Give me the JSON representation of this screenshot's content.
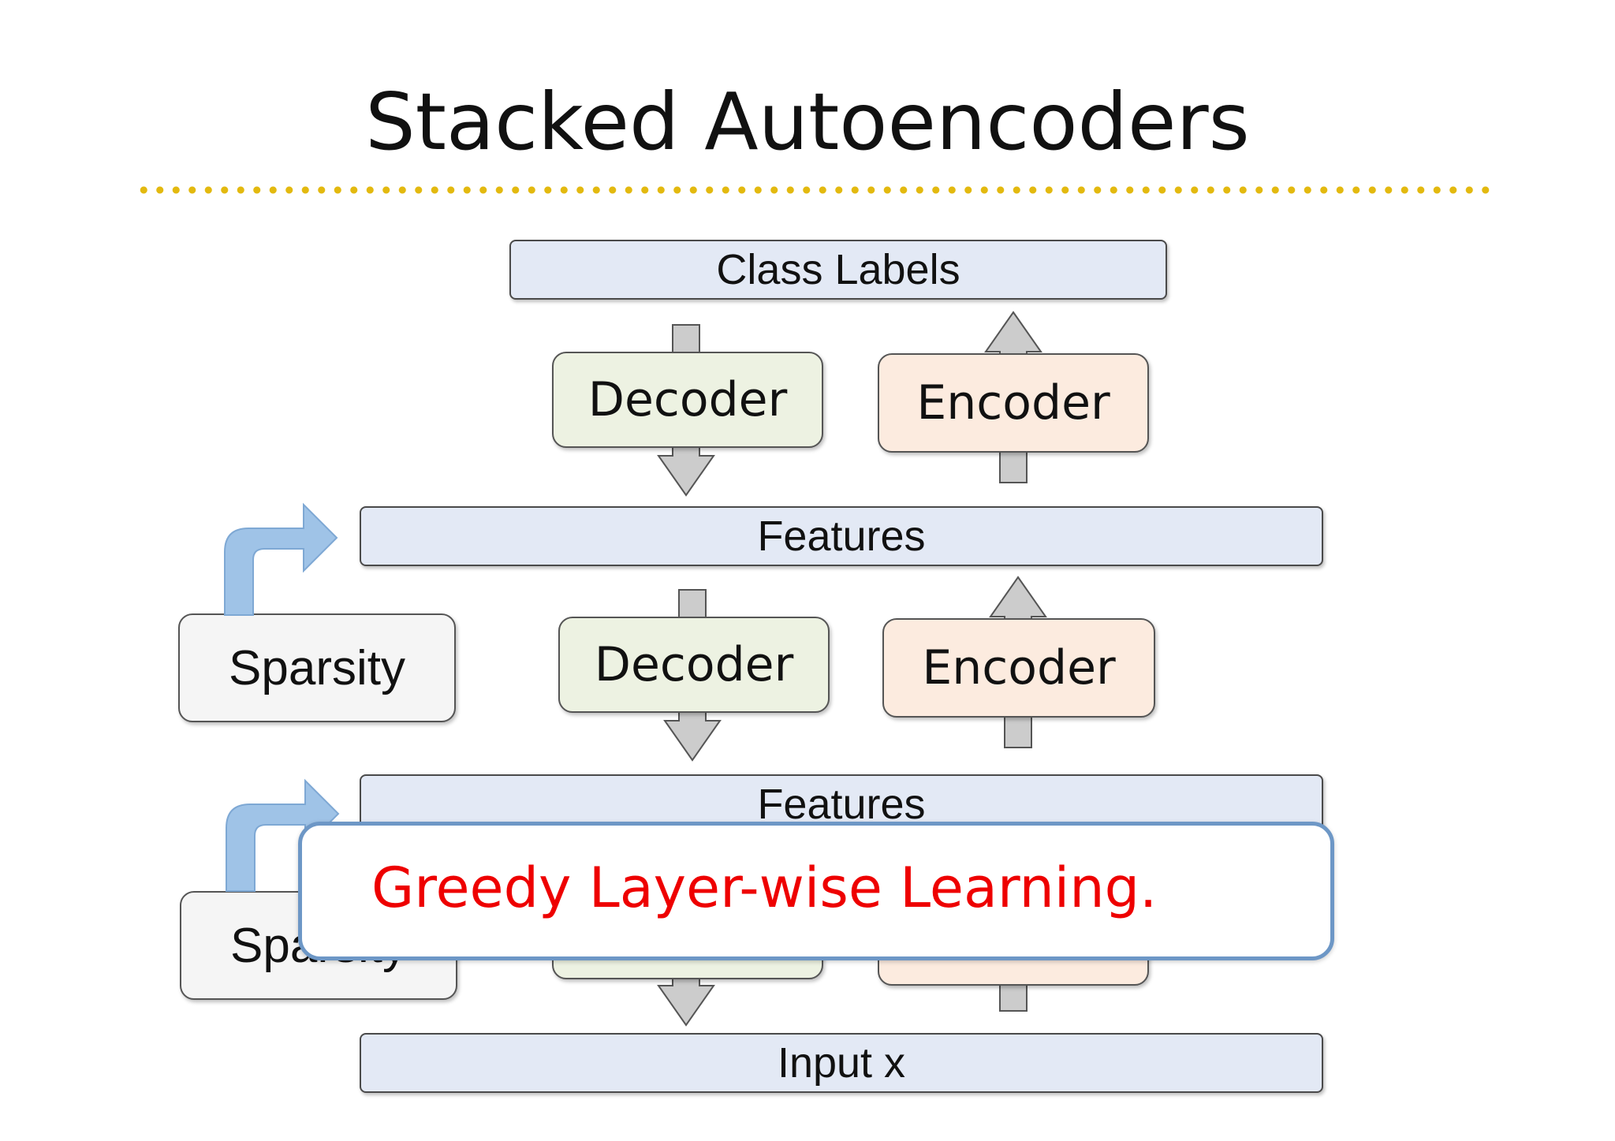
{
  "title": "Stacked Autoencoders",
  "colors": {
    "divider": "#e3b90f",
    "bar_fill": "#e3e9f5",
    "decoder_fill": "#edf2e2",
    "encoder_fill": "#fcebdf",
    "sparsity_fill": "#f5f5f5",
    "arrow_gray": "#cccccc",
    "arrow_blue": "#9fc3e7",
    "overlay_text": "#ee0000",
    "overlay_border": "#6d97c6"
  },
  "layers": {
    "top": "Class Labels",
    "middle": "Features",
    "lower": "Features",
    "bottom": "Input x"
  },
  "blocks": {
    "decoder_label": "Decoder",
    "encoder_label": "Encoder",
    "sparsity_label": "Sparsity"
  },
  "overlay": {
    "text": "Greedy Layer-wise Learning."
  }
}
